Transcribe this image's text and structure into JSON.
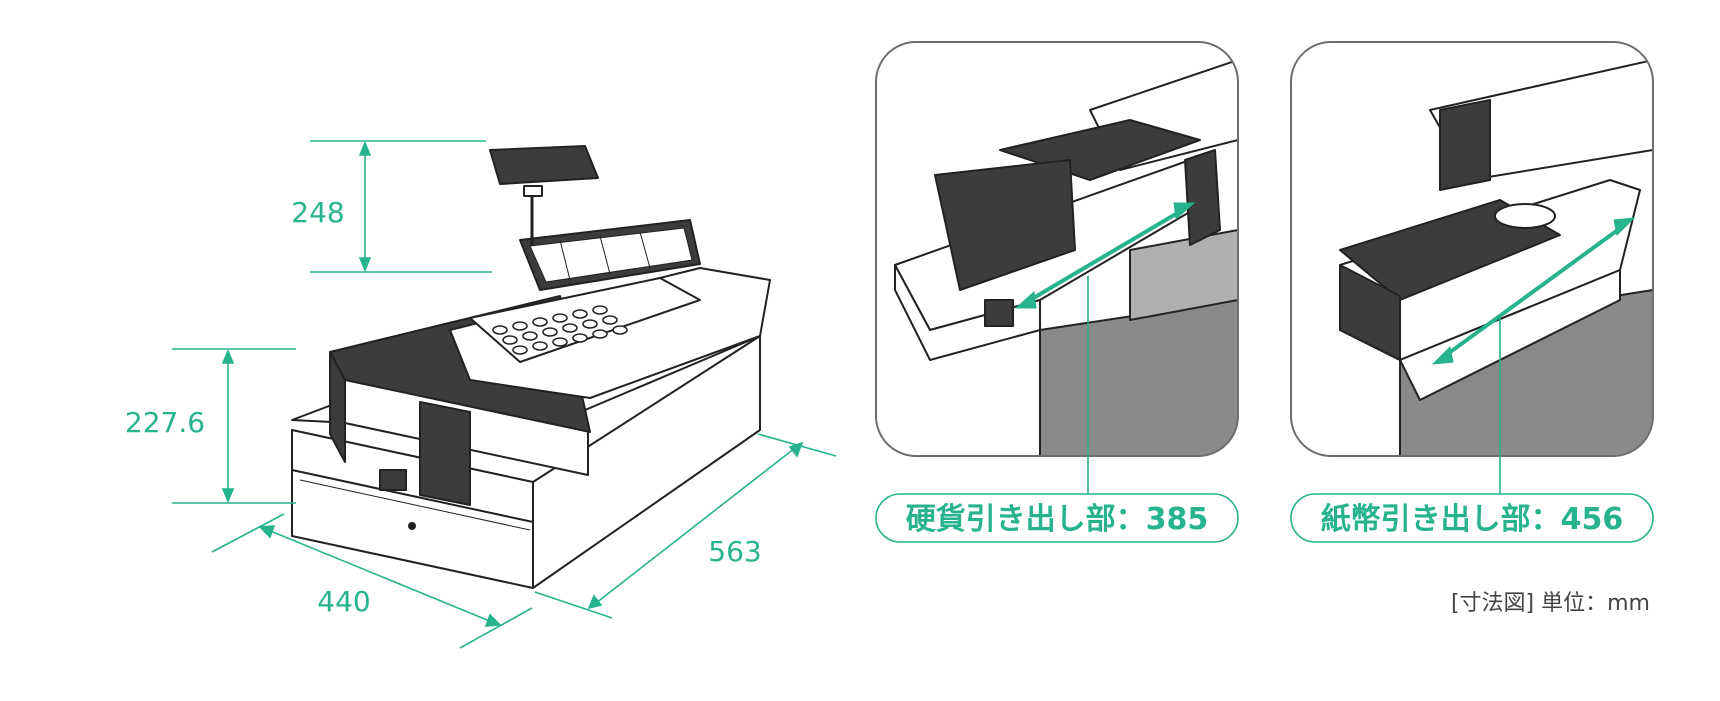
{
  "dimensions": {
    "display_height": "248",
    "body_height": "227.6",
    "width": "440",
    "depth": "563"
  },
  "callouts": {
    "coin_drawer": "硬貨引き出し部：385",
    "bill_drawer": "紙幣引き出し部：456"
  },
  "unit_note": "[寸法図] 単位：mm",
  "colors": {
    "accent": "#26b38d",
    "dark": "#3c3c3c",
    "line": "#222222",
    "panel_border": "#6e6e6e"
  }
}
